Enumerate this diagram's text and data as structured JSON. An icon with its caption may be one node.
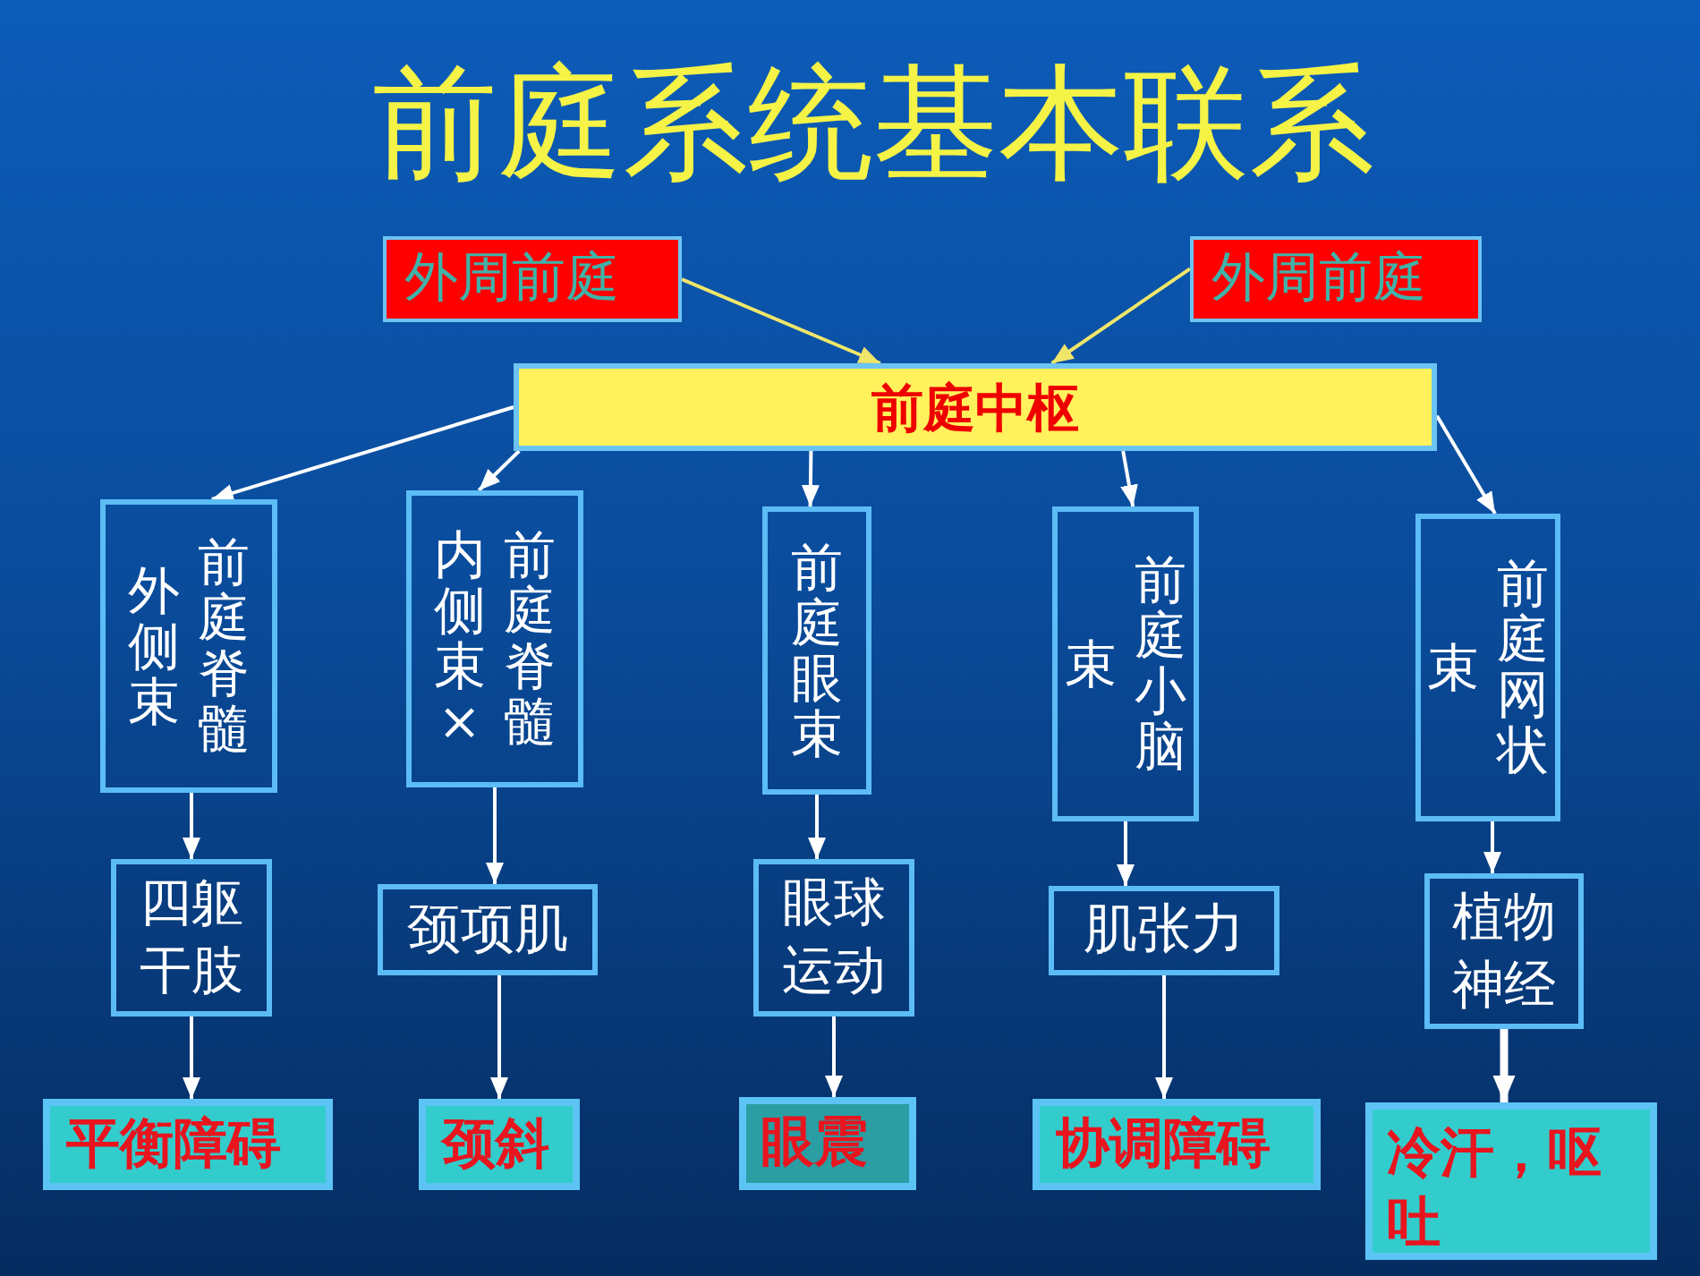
{
  "diagram": {
    "title": "前庭系统基本联系",
    "nodes": [
      {
        "text": [
          "外周前庭"
        ]
      },
      {
        "text": [
          "外周前庭"
        ]
      },
      {
        "text": [
          "前庭中枢"
        ]
      },
      {
        "text": [
          "前庭脊髓外侧束"
        ]
      },
      {
        "text": [
          "前庭脊髓内侧束×"
        ]
      },
      {
        "text": [
          "前庭眼束"
        ]
      },
      {
        "text": [
          "前庭小脑束"
        ]
      },
      {
        "text": [
          "前庭网状束"
        ]
      },
      {
        "text": [
          "四躯干肢"
        ]
      },
      {
        "text": [
          "颈项肌"
        ]
      },
      {
        "text": [
          "眼球运动"
        ]
      },
      {
        "text": [
          "肌张力"
        ]
      },
      {
        "text": [
          "植物神经"
        ]
      },
      {
        "text": [
          "平衡障碍"
        ]
      },
      {
        "text": [
          "颈斜"
        ]
      },
      {
        "text": [
          "眼震"
        ]
      },
      {
        "text": [
          "协调障碍"
        ]
      },
      {
        "text": [
          "冷汗，呕吐"
        ]
      }
    ],
    "edges": [
      {
        "from": 0,
        "to": 2,
        "arrow": "to",
        "color": "#f0e66a"
      },
      {
        "from": 1,
        "to": 2,
        "arrow": "to",
        "color": "#f0e66a"
      },
      {
        "from": 2,
        "to": 3,
        "arrow": "to"
      },
      {
        "from": 2,
        "to": 4,
        "arrow": "to"
      },
      {
        "from": 2,
        "to": 5,
        "arrow": "to"
      },
      {
        "from": 2,
        "to": 6,
        "arrow": "to"
      },
      {
        "from": 2,
        "to": 7,
        "arrow": "to"
      },
      {
        "from": 3,
        "to": 8,
        "arrow": "to"
      },
      {
        "from": 4,
        "to": 9,
        "arrow": "to"
      },
      {
        "from": 5,
        "to": 10,
        "arrow": "to"
      },
      {
        "from": 6,
        "to": 11,
        "arrow": "to"
      },
      {
        "from": 7,
        "to": 12,
        "arrow": "to"
      },
      {
        "from": 8,
        "to": 13,
        "arrow": "to"
      },
      {
        "from": 9,
        "to": 14,
        "arrow": "to"
      },
      {
        "from": 10,
        "to": 15,
        "arrow": "to"
      },
      {
        "from": 11,
        "to": 16,
        "arrow": "to"
      },
      {
        "from": 12,
        "to": 17,
        "arrow": "to",
        "style": "thick"
      }
    ]
  }
}
